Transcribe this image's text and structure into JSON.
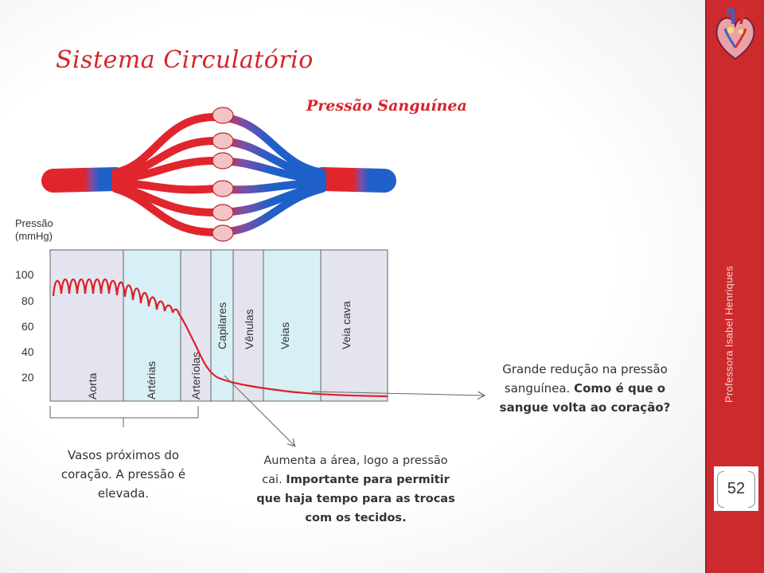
{
  "slide": {
    "title": "Sistema Circulatório",
    "subtitle": "Pressão Sanguínea",
    "author": "Professora Isabel Henriques",
    "page_number": "52"
  },
  "figure": {
    "axis_label_line1": "Pressão",
    "axis_label_line2": "(mmHg)",
    "y_ticks": [
      "100",
      "80",
      "60",
      "40",
      "20"
    ],
    "segments": [
      "Aorta",
      "Artérias",
      "Arteríolas",
      "Capilares",
      "Vênulas",
      "Veias",
      "Veia cava"
    ]
  },
  "notes": {
    "left": "Vasos próximos do coração. A pressão é elevada.",
    "middle_plain": "Aumenta a área, logo a pressão cai.",
    "middle_bold": "Importante para permitir que haja tempo para as trocas com os tecidos.",
    "right_plain": "Grande redução na pressão sanguínea.",
    "right_bold": "Como é que o sangue volta ao coração?"
  },
  "colors": {
    "accent_red": "#cc2a2d",
    "title_red": "#d6242a",
    "artery_red": "#e0262c",
    "vein_blue": "#1f5fc8"
  }
}
